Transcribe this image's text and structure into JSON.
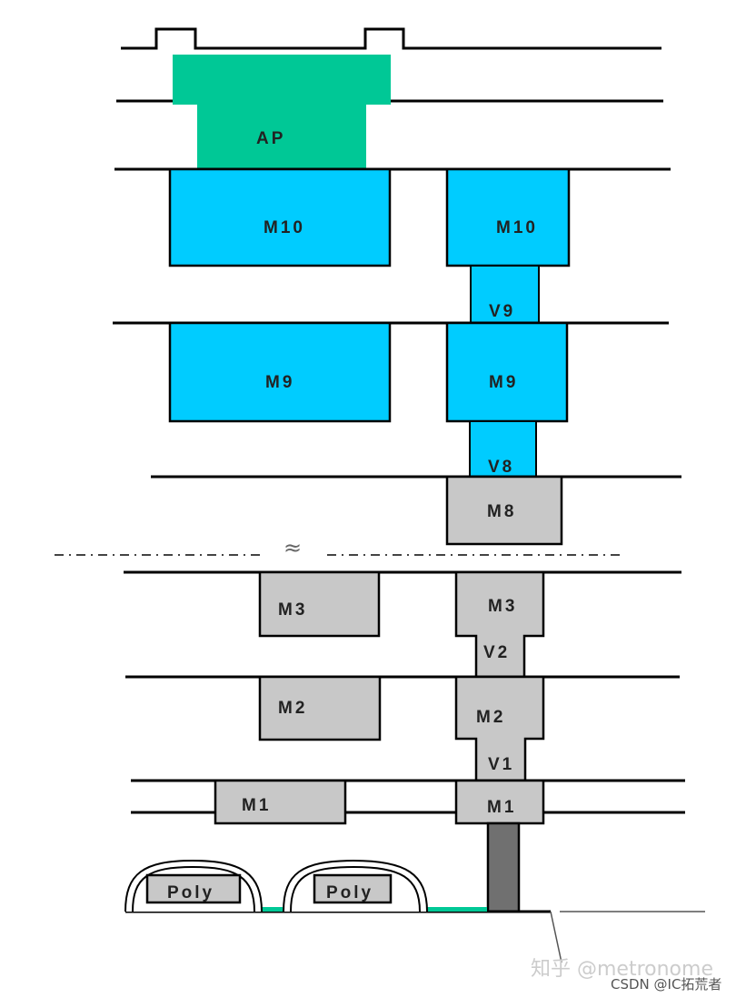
{
  "diagram": {
    "labels": {
      "ap": "AP",
      "m10_left": "M10",
      "m10_right": "M10",
      "v9": "V9",
      "m9_left": "M9",
      "m9_right": "M9",
      "v8": "V8",
      "m8": "M8",
      "break_mark": "≈",
      "m3_left": "M3",
      "m3_right": "M3",
      "v2": "V2",
      "m2_left": "M2",
      "m2_right": "M2",
      "v1": "V1",
      "m1_left": "M1",
      "m1_right": "M1",
      "poly_1": "Poly",
      "poly_2": "Poly"
    },
    "colors": {
      "passivation": "#00c896",
      "top_metal": "#00ccff",
      "lower_metal": "#c8c8c8",
      "contact": "#707070",
      "outline": "#000000"
    }
  },
  "watermark": {
    "primary": "知乎 @metronome",
    "secondary": "CSDN @IC拓荒者"
  }
}
